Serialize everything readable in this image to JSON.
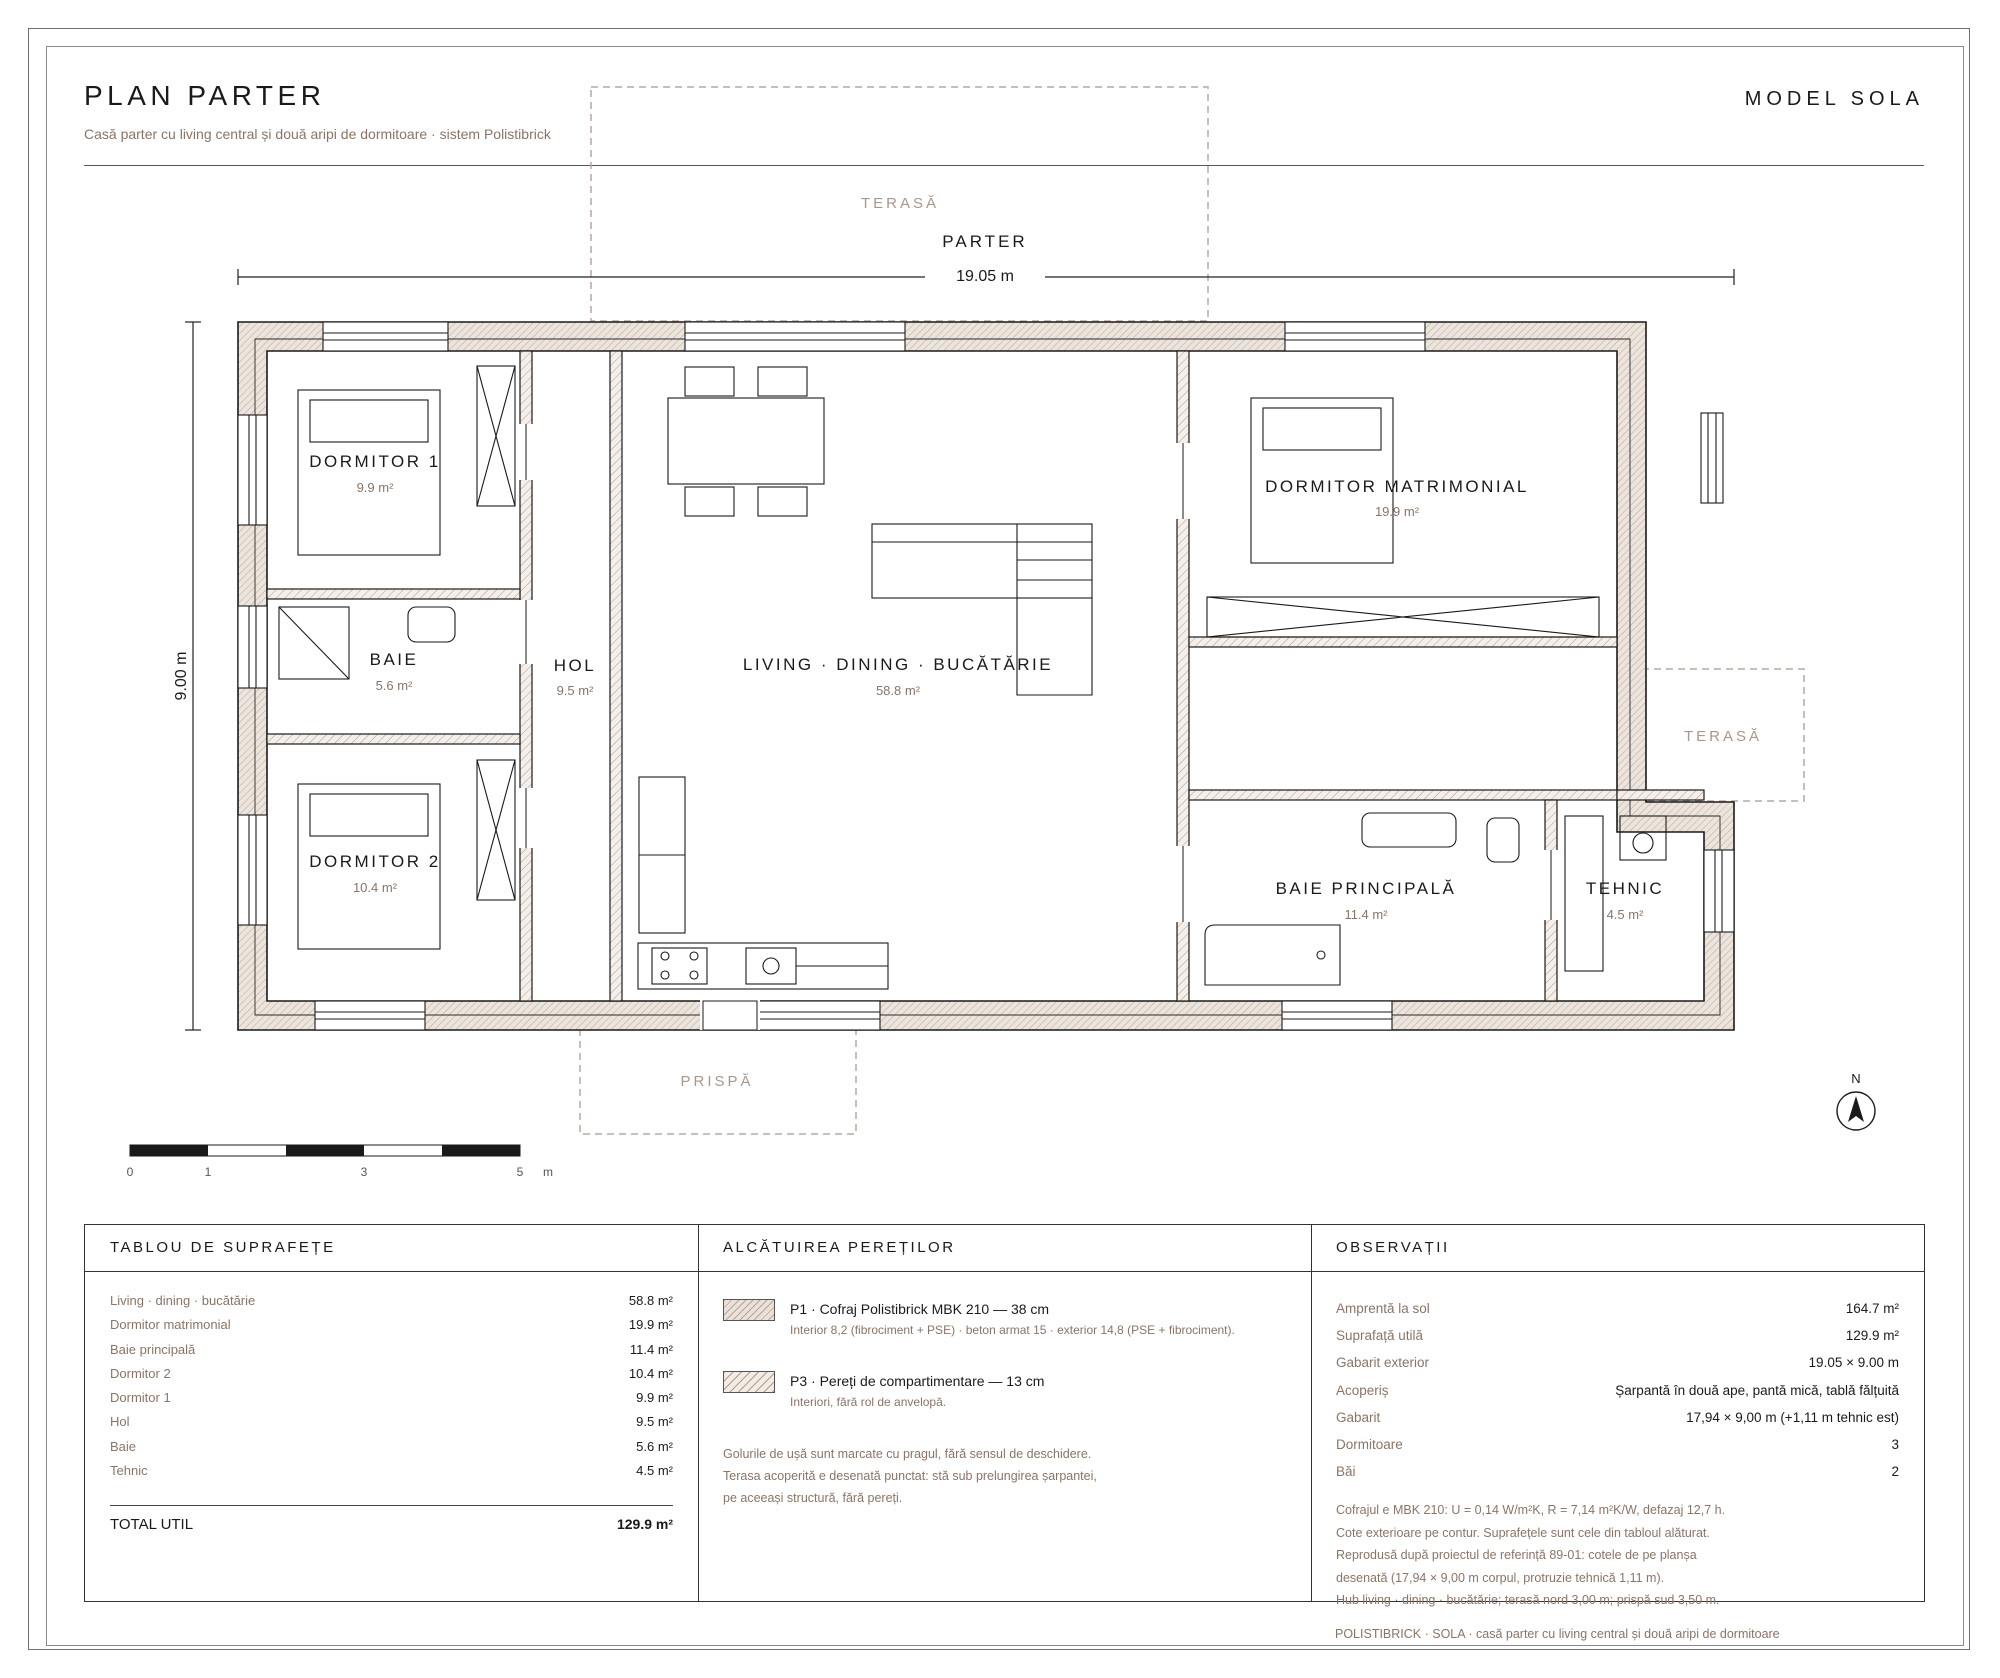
{
  "header": {
    "title": "PLAN PARTER",
    "subtitle": "Casă parter cu living central și două aripi de dormitoare · sistem Polistibrick",
    "model": "MODEL SOLA"
  },
  "plan": {
    "level_label": "PARTER",
    "width_dim": "19.05 m",
    "height_dim": "9.00 m",
    "terraces": {
      "north": "TERASĂ",
      "east": "TERASĂ",
      "south": "PRISPĂ"
    },
    "rooms": [
      {
        "name": "DORMITOR 1",
        "area": "9.9 m²"
      },
      {
        "name": "BAIE",
        "area": "5.6 m²"
      },
      {
        "name": "DORMITOR 2",
        "area": "10.4 m²"
      },
      {
        "name": "HOL",
        "area": "9.5 m²"
      },
      {
        "name": "LIVING · DINING · BUCĂTĂRIE",
        "area": "58.8 m²"
      },
      {
        "name": "DORMITOR MATRIMONIAL",
        "area": "19.9 m²"
      },
      {
        "name": "BAIE PRINCIPALĂ",
        "area": "11.4 m²"
      },
      {
        "name": "TEHNIC",
        "area": "4.5 m²"
      }
    ],
    "north": "N",
    "scale": {
      "labels": [
        "0",
        "1",
        "3",
        "5"
      ],
      "unit": "m"
    }
  },
  "areas_table": {
    "heading": "TABLOU DE SUPRAFEȚE",
    "rows": [
      {
        "name": "Living · dining · bucătărie",
        "value": "58.8 m²"
      },
      {
        "name": "Dormitor matrimonial",
        "value": "19.9 m²"
      },
      {
        "name": "Baie principală",
        "value": "11.4 m²"
      },
      {
        "name": "Dormitor 2",
        "value": "10.4 m²"
      },
      {
        "name": "Dormitor 1",
        "value": "9.9 m²"
      },
      {
        "name": "Hol",
        "value": "9.5 m²"
      },
      {
        "name": "Baie",
        "value": "5.6 m²"
      },
      {
        "name": "Tehnic",
        "value": "4.5 m²"
      }
    ],
    "total_label": "TOTAL UTIL",
    "total_value": "129.9 m²"
  },
  "walls": {
    "heading": "ALCĂTUIREA PEREȚILOR",
    "items": [
      {
        "title": "P1 · Cofraj Polistibrick MBK 210 — 38 cm",
        "desc": "Interior 8,2 (fibrociment + PSE) · beton armat 15 · exterior 14,8 (PSE + fibrociment)."
      },
      {
        "title": "P3 · Pereți de compartimentare — 13 cm",
        "desc": "Interiori, fără rol de anvelopă."
      }
    ],
    "notes": [
      "Golurile de ușă sunt marcate cu pragul, fără sensul de deschidere.",
      "Terasa acoperită e desenată punctat: stă sub prelungirea șarpantei,",
      "pe aceeași structură, fără pereți."
    ]
  },
  "observations": {
    "heading": "OBSERVAȚII",
    "rows": [
      {
        "k": "Amprentă la sol",
        "v": "164.7 m²"
      },
      {
        "k": "Suprafață utilă",
        "v": "129.9 m²"
      },
      {
        "k": "Gabarit exterior",
        "v": "19.05 × 9.00 m"
      },
      {
        "k": "Acoperiș",
        "v": "Șarpantă în două ape, pantă mică, tablă fălțuită"
      },
      {
        "k": "Gabarit",
        "v": "17,94 × 9,00 m (+1,11 m tehnic est)"
      },
      {
        "k": "Dormitoare",
        "v": "3"
      },
      {
        "k": "Băi",
        "v": "2"
      }
    ],
    "notes": [
      "Cofrajul e MBK 210: U = 0,14 W/m²K, R = 7,14 m²K/W, defazaj 12,7 h.",
      "Cote exterioare pe contur. Suprafețele sunt cele din tabloul alăturat.",
      "Reprodusă după proiectul de referință 89-01: cotele de pe planșa",
      "desenată (17,94 × 9,00 m corpul, protruzie tehnică 1,11 m).",
      "Hub living · dining · bucătărie; terasă nord 3,00 m; prispă sud 3,50 m."
    ]
  },
  "footer": "POLISTIBRICK · SOLA · casă parter cu living central și două aripi de dormitoare",
  "colors": {
    "accent": "#8b7466",
    "line": "#1a1a1a",
    "hatch": "#b7a090",
    "panel_rule": "#333333"
  }
}
